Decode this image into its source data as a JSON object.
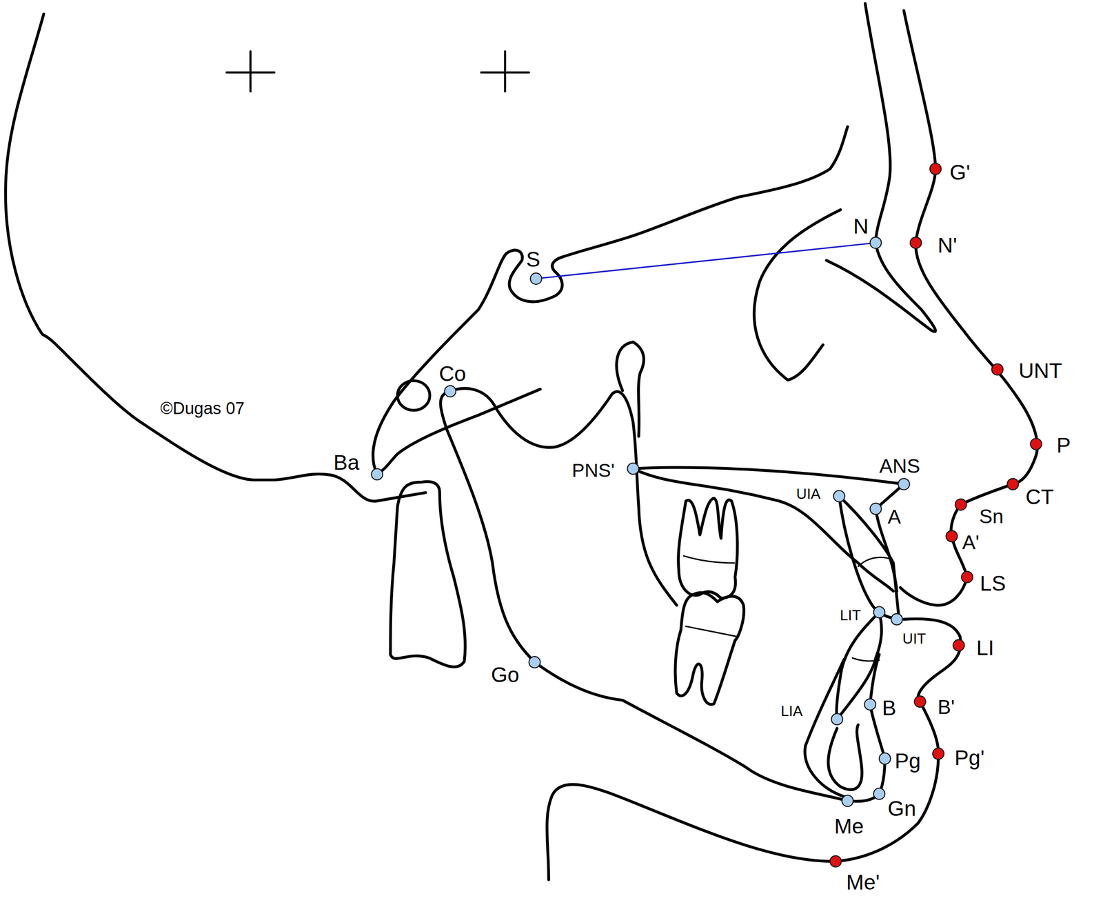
{
  "diagram": {
    "labels": [
      "S",
      "N",
      "G'",
      "N'",
      "UNT",
      "P",
      "CT",
      "Sn",
      "A'",
      "LS",
      "LI",
      "B'",
      "Pg'",
      "Me'",
      "Co",
      "Ba",
      "PNS'",
      "ANS",
      "UIA",
      "A",
      "LIT",
      "UIT",
      "B",
      "LIA",
      "Pg",
      "Gn",
      "Me",
      "Go",
      "©Dugas 07"
    ]
  }
}
